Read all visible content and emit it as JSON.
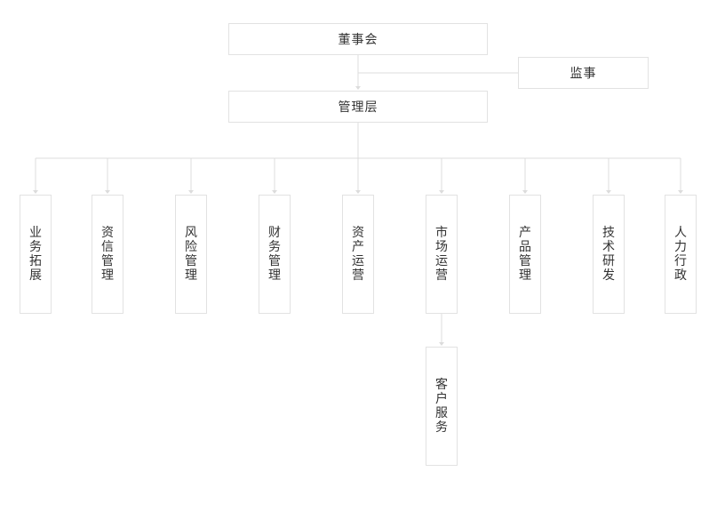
{
  "org": {
    "board": "董事会",
    "supervisor": "监事",
    "management": "管理层",
    "departments": [
      {
        "key": "yewu",
        "label": "业务拓展"
      },
      {
        "key": "zixin",
        "label": "资信管理"
      },
      {
        "key": "fengxian",
        "label": "风险管理"
      },
      {
        "key": "caiwu",
        "label": "财务管理"
      },
      {
        "key": "zichan",
        "label": "资产运营"
      },
      {
        "key": "shichang",
        "label": "市场运营"
      },
      {
        "key": "chanpin",
        "label": "产品管理"
      },
      {
        "key": "jishu",
        "label": "技术研发"
      },
      {
        "key": "renli",
        "label": "人力行政"
      }
    ],
    "sub_department": "客户服务"
  },
  "colors": {
    "line": "#dcdcdc",
    "border": "#e2e2e2",
    "text": "#333333"
  }
}
